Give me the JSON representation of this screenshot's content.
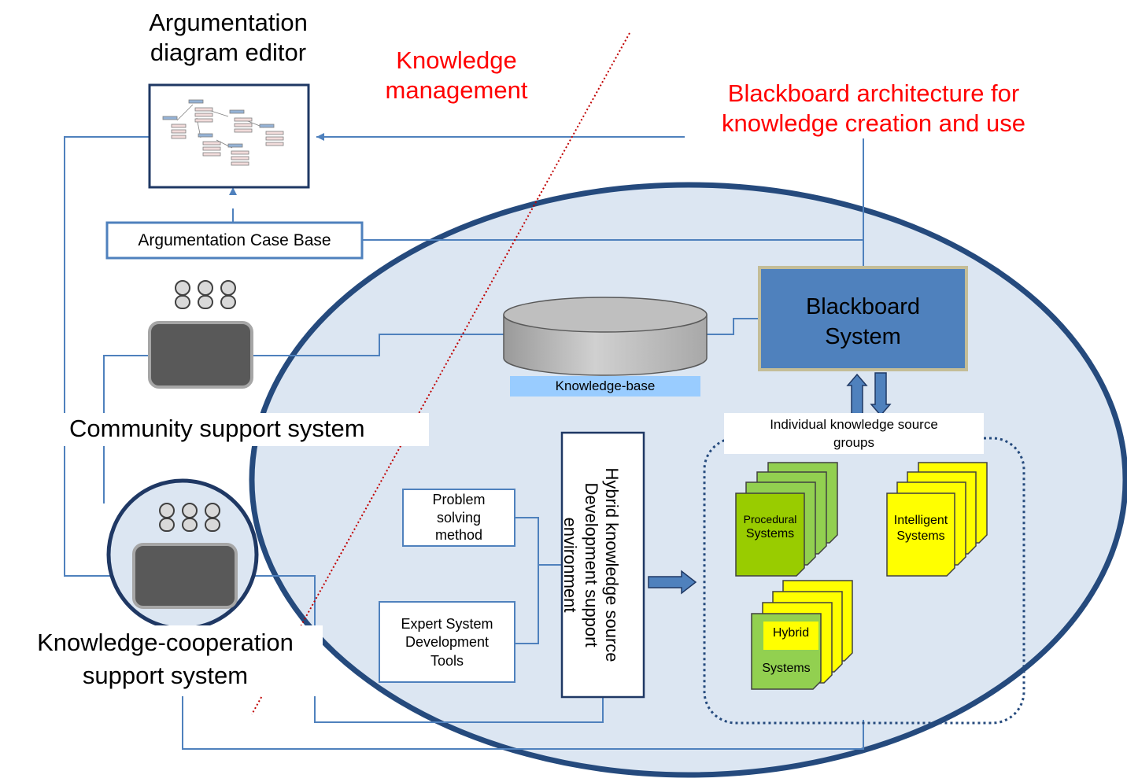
{
  "labels": {
    "argumentation_editor": [
      "Argumentation",
      "diagram editor"
    ],
    "knowledge_management": [
      "Knowledge",
      "management"
    ],
    "blackboard_architecture": [
      "Blackboard architecture for",
      "knowledge creation and use"
    ],
    "argumentation_case_base": "Argumentation Case Base",
    "blackboard_system": [
      "Blackboard",
      "System"
    ],
    "knowledge_base": "Knowledge-base",
    "community_support": "Community support system",
    "individual_groups": [
      "Individual knowledge source",
      "groups"
    ],
    "hybrid_env": [
      "Hybrid knowledge source",
      "Development support",
      "environment"
    ],
    "problem_solving": [
      "Problem",
      "solving",
      "method"
    ],
    "expert_system": [
      "Expert System",
      "Development",
      "Tools"
    ],
    "knowledge_cooperation": [
      "Knowledge-cooperation",
      "support system"
    ],
    "procedural_systems": [
      "Procedural",
      "Systems"
    ],
    "intelligent_systems": [
      "Intelligent",
      "Systems"
    ],
    "hybrid_systems": [
      "Hybrid",
      "Systems"
    ]
  },
  "colors": {
    "red_title": "#ff0000",
    "line": "#4f81bd",
    "ellipse_fill": "#dce6f2",
    "ellipse_stroke": "#254a7d",
    "blackboard_fill": "#4f81bd",
    "kb_label_bg": "#99ccff",
    "procedural_fill": "#92d050",
    "intelligent_fill": "#ffff00",
    "terminal_fill": "#595959"
  }
}
